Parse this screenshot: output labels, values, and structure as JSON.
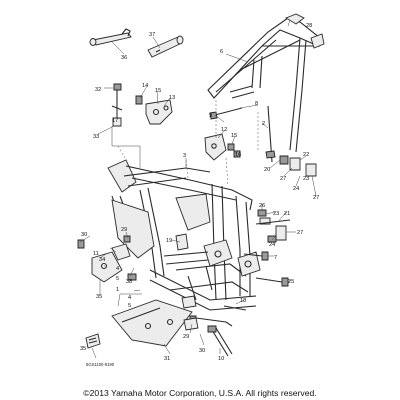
{
  "copyright": "©2013 Yamaha Motor Corporation, U.S.A. All rights reserved.",
  "reference_code": "5GS1100-9190",
  "callouts": [
    "1",
    "2",
    "3",
    "4",
    "5",
    "6",
    "7",
    "8",
    "9",
    "10",
    "11",
    "12",
    "13",
    "14",
    "15",
    "16",
    "17",
    "18",
    "19",
    "20",
    "21",
    "22",
    "23",
    "24",
    "25",
    "26",
    "27",
    "28",
    "29",
    "30",
    "31",
    "32",
    "33",
    "34",
    "35",
    "36",
    "37",
    "38"
  ]
}
